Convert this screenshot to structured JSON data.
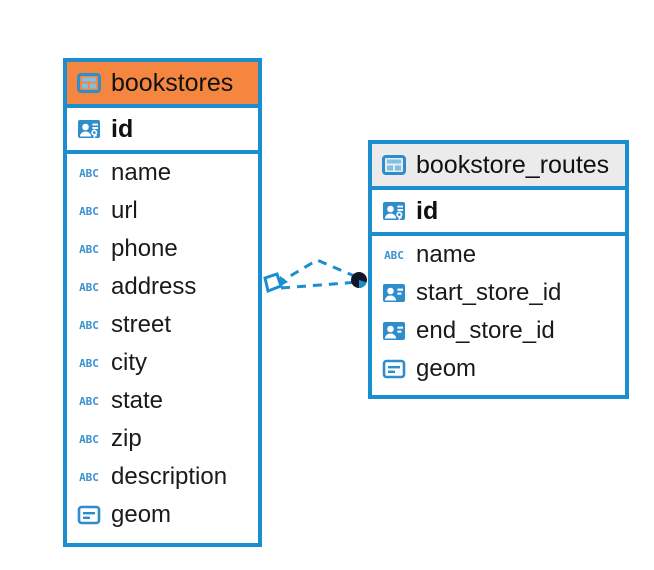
{
  "diagram": {
    "type": "entity-relationship-diagram",
    "background_color": "#ffffff",
    "accent_color": "#1b8ed0",
    "highlight_color": "#f5863f",
    "entities": [
      {
        "id": "bookstores",
        "name": "bookstores",
        "header_color": "#f5863f",
        "header_icon": "table-icon",
        "primary_key": {
          "name": "id",
          "icon": "primary-key-icon"
        },
        "fields": [
          {
            "name": "name",
            "icon": "text-type-icon"
          },
          {
            "name": "url",
            "icon": "text-type-icon"
          },
          {
            "name": "phone",
            "icon": "text-type-icon"
          },
          {
            "name": "address",
            "icon": "text-type-icon"
          },
          {
            "name": "street",
            "icon": "text-type-icon"
          },
          {
            "name": "city",
            "icon": "text-type-icon"
          },
          {
            "name": "state",
            "icon": "text-type-icon"
          },
          {
            "name": "zip",
            "icon": "text-type-icon"
          },
          {
            "name": "description",
            "icon": "text-type-icon"
          },
          {
            "name": "geom",
            "icon": "geometry-type-icon"
          }
        ]
      },
      {
        "id": "bookstore_routes",
        "name": "bookstore_routes",
        "header_color": "#ebebeb",
        "header_icon": "table-icon",
        "primary_key": {
          "name": "id",
          "icon": "primary-key-icon"
        },
        "fields": [
          {
            "name": "name",
            "icon": "text-type-icon"
          },
          {
            "name": "start_store_id",
            "icon": "foreign-key-icon"
          },
          {
            "name": "end_store_id",
            "icon": "foreign-key-icon"
          },
          {
            "name": "geom",
            "icon": "geometry-type-icon"
          }
        ]
      }
    ],
    "relationship": {
      "from": "bookstores",
      "to": "bookstore_routes",
      "line_style": "dashed",
      "line_color": "#1b8ed0",
      "source_marker": "diamond-arrow-marker",
      "target_marker": "filled-circle-marker",
      "target_marker_color": "#1a1a2e"
    }
  }
}
